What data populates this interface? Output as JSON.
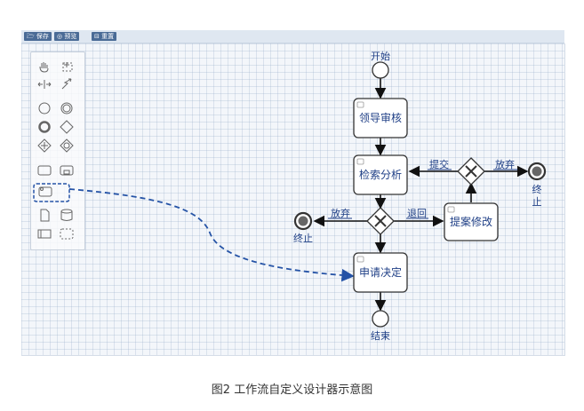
{
  "toolbar": {
    "save_label": "保存",
    "preview_label": "预览",
    "reset_label": "重置"
  },
  "palette": {
    "items": [
      "hand-tool-icon",
      "lasso-tool-icon",
      "space-tool-icon",
      "connect-tool-icon",
      "start-event-icon",
      "intermediate-event-icon",
      "end-event-icon",
      "gateway-icon",
      "parallel-gateway-icon",
      "event-gateway-icon",
      "task-icon",
      "subprocess-icon",
      "user-task-icon",
      "data-object-icon",
      "data-store-icon",
      "pool-icon",
      "group-icon"
    ]
  },
  "diagram": {
    "start_label": "开始",
    "task_leader_review": "领导审核",
    "task_retrieve_analyze": "检索分析",
    "task_apply_decision": "申请决定",
    "task_modify_proposal": "提案修改",
    "end_label": "结束",
    "terminate_label_left": "终止",
    "terminate_label_right_1": "终",
    "terminate_label_right_2": "止",
    "flow_abandon_left": "放弃",
    "flow_return": "退回",
    "flow_submit": "提交",
    "flow_abandon_right": "放弃"
  },
  "caption": "图2 工作流自定义设计器示意图"
}
